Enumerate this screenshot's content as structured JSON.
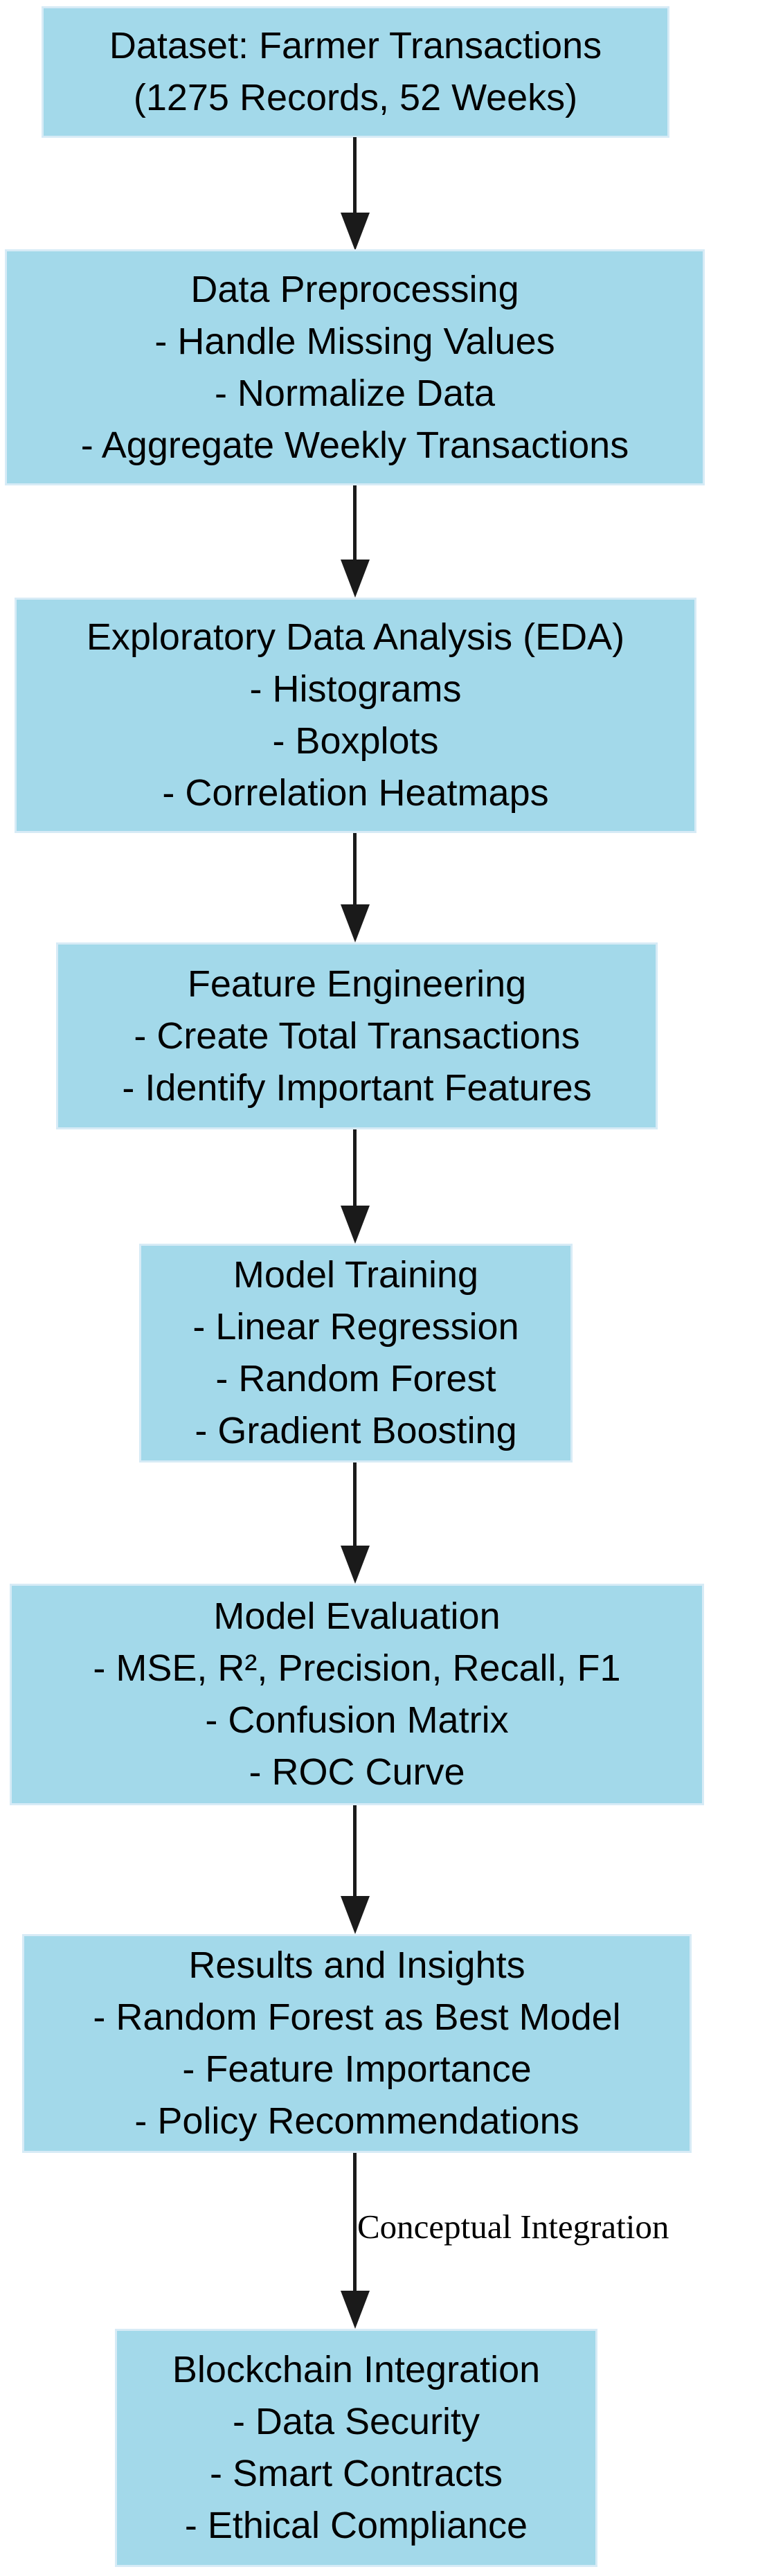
{
  "diagram": {
    "colors": {
      "page_bg": "#ffffff",
      "node_fill": "#a3d9ea",
      "node_border": "#d7ebf6",
      "arrow_color": "#1a1a1a",
      "text_color": "#000000"
    },
    "edge_label": "Conceptual Integration",
    "nodes": [
      {
        "id": "dataset",
        "lines": [
          "Dataset: Farmer Transactions",
          "(1275 Records, 52 Weeks)"
        ]
      },
      {
        "id": "data-preprocessing",
        "lines": [
          "Data Preprocessing",
          "- Handle Missing Values",
          "- Normalize Data",
          "- Aggregate Weekly Transactions"
        ]
      },
      {
        "id": "exploratory-data-analysis",
        "lines": [
          "Exploratory Data Analysis (EDA)",
          "- Histograms",
          "- Boxplots",
          "- Correlation Heatmaps"
        ]
      },
      {
        "id": "feature-engineering",
        "lines": [
          "Feature Engineering",
          "- Create Total Transactions",
          "- Identify Important Features"
        ]
      },
      {
        "id": "model-training",
        "lines": [
          "Model Training",
          "- Linear Regression",
          "- Random Forest",
          "- Gradient Boosting"
        ]
      },
      {
        "id": "model-evaluation",
        "lines": [
          "Model Evaluation",
          "- MSE, R², Precision, Recall, F1",
          "- Confusion Matrix",
          "- ROC Curve"
        ]
      },
      {
        "id": "results-and-insights",
        "lines": [
          "Results and Insights",
          "- Random Forest as Best Model",
          "- Feature Importance",
          "- Policy Recommendations"
        ]
      },
      {
        "id": "blockchain-integration",
        "lines": [
          "Blockchain Integration",
          "- Data Security",
          "- Smart Contracts",
          "- Ethical Compliance"
        ]
      }
    ]
  }
}
